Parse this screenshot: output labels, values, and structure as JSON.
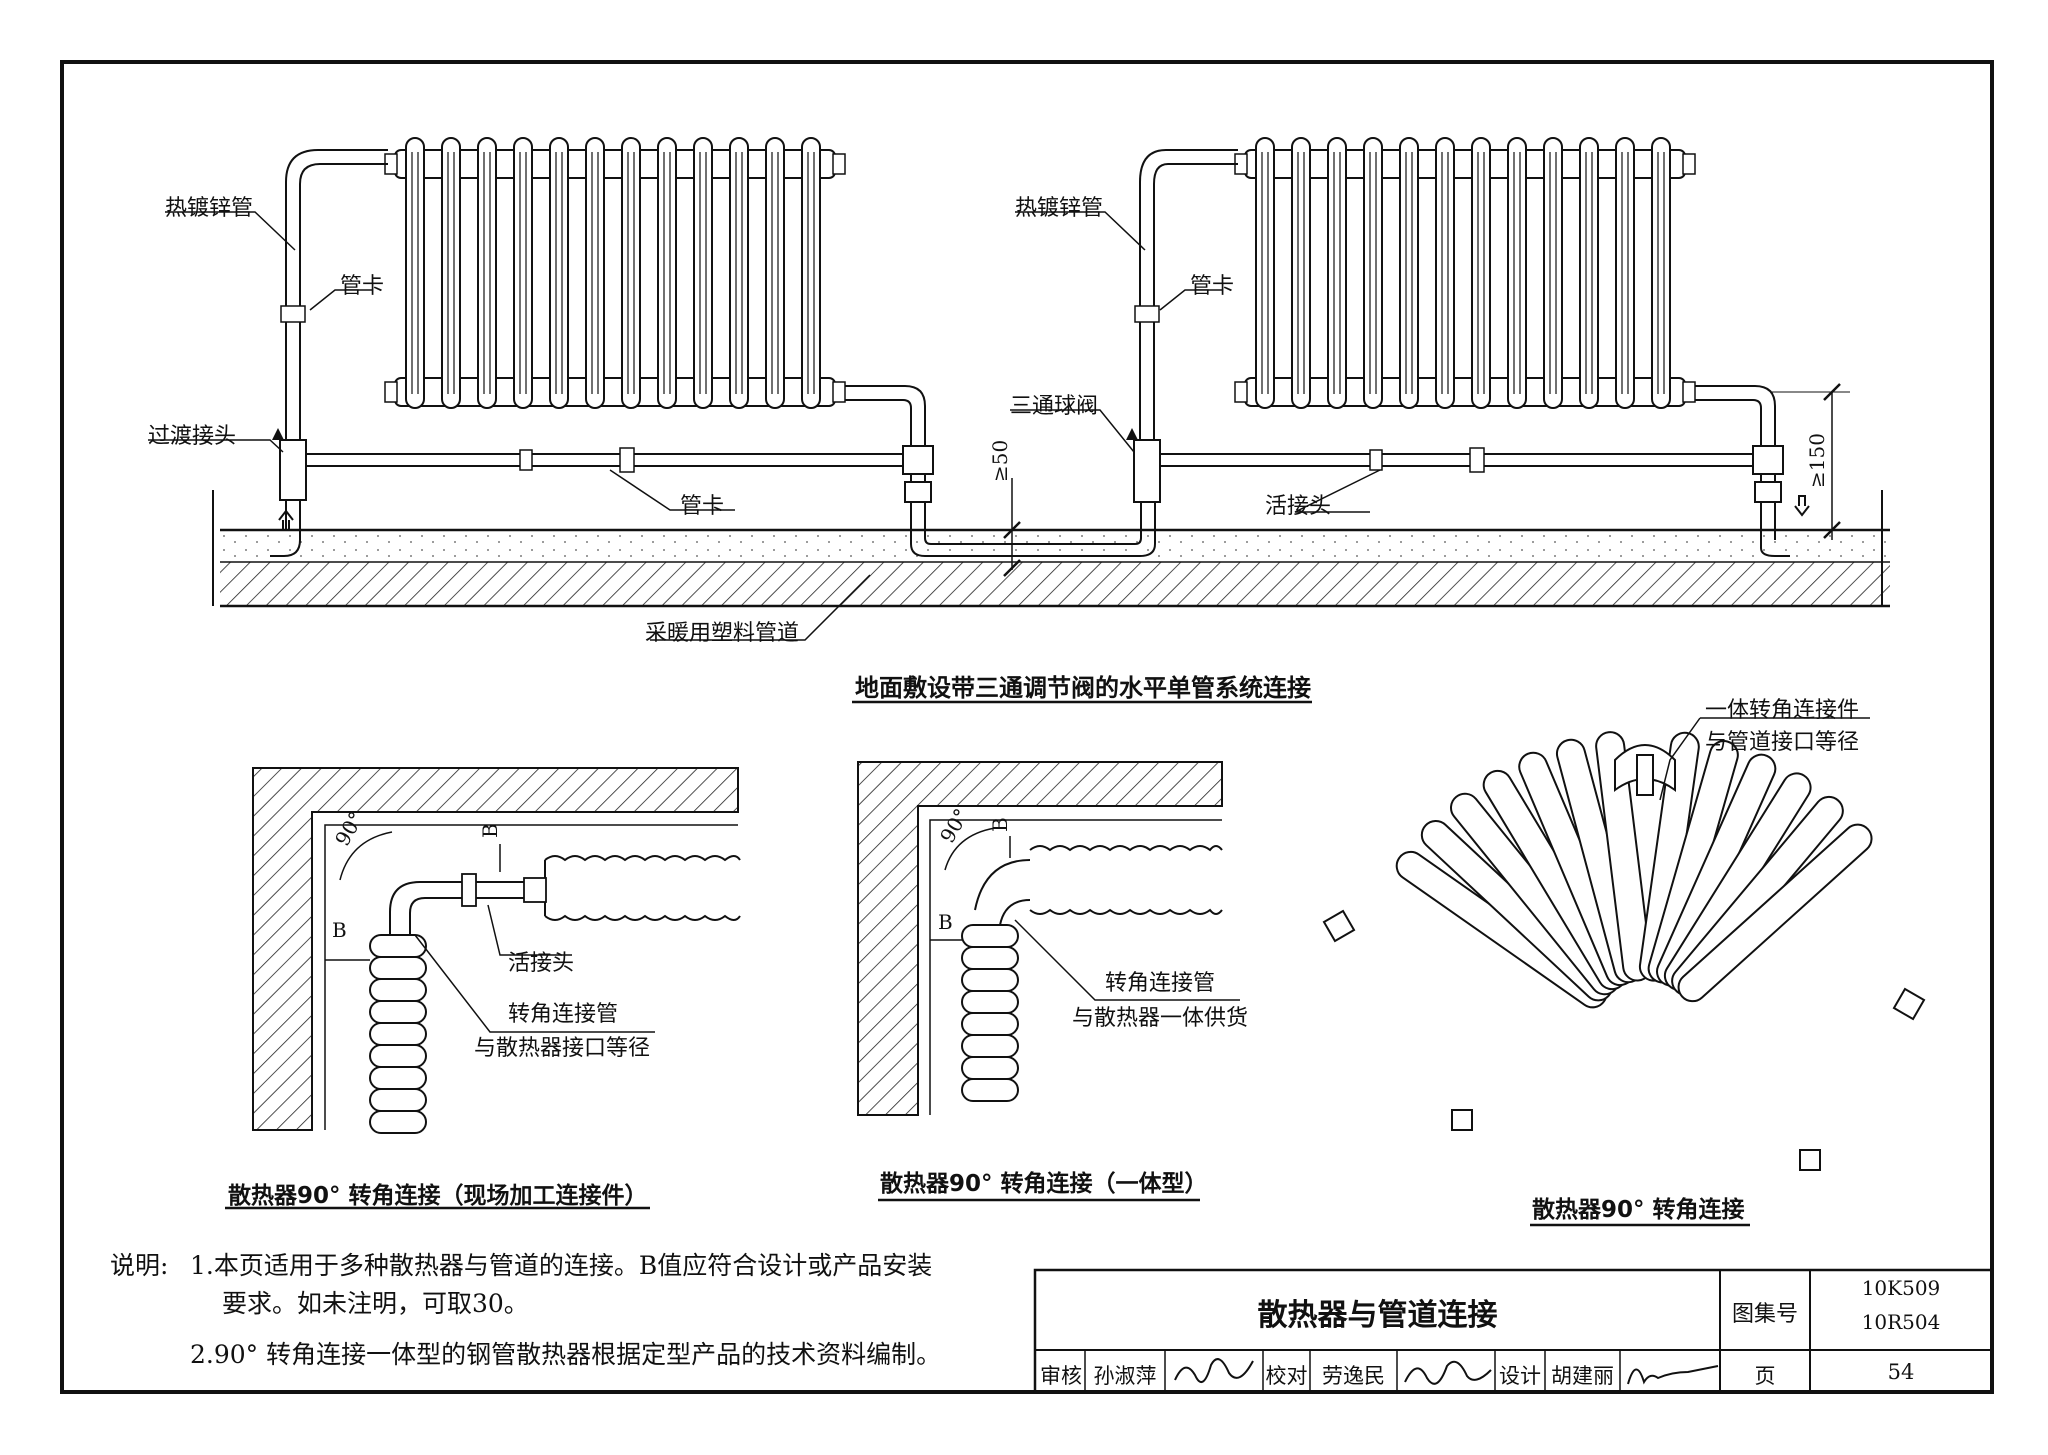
{
  "top_drawing": {
    "title": "地面敷设带三通调节阀的水平单管系统连接",
    "labels": {
      "galv_pipe": "热镀锌管",
      "pipe_clamp": "管卡",
      "transition_joint": "过渡接头",
      "three_way_ball_valve": "三通球阀",
      "union": "活接头",
      "plastic_pipe": "采暖用塑料管道"
    },
    "dims": {
      "ge50": "≥50",
      "ge150": "≥150"
    }
  },
  "corner_field": {
    "title": "散热器90° 转角连接（现场加工连接件）",
    "angle": "90°",
    "b": "B",
    "union": "活接头",
    "note_line1": "转角连接管",
    "note_line2": "与散热器接口等径"
  },
  "corner_integral": {
    "title": "散热器90° 转角连接（一体型）",
    "angle": "90°",
    "b": "B",
    "note_line1": "转角连接管",
    "note_line2": "与散热器一体供货"
  },
  "corner_3d": {
    "title": "散热器90° 转角连接",
    "note_line1": "一体转角连接件",
    "note_line2": "与管道接口等径"
  },
  "notes": {
    "prefix": "说明:",
    "item1_line1": "1.本页适用于多种散热器与管道的连接。B值应符合设计或产品安装",
    "item1_line2": "要求。如未注明，可取30。",
    "item2": "2.90° 转角连接一体型的钢管散热器根据定型产品的技术资料编制。"
  },
  "title_block": {
    "title": "散热器与管道连接",
    "atlas_label": "图集号",
    "atlas_no_1": "10K509",
    "atlas_no_2": "10R504",
    "review_label": "审核",
    "reviewer": "孙淑萍",
    "check_label": "校对",
    "checker": "劳逸民",
    "design_label": "设计",
    "designer": "胡建丽",
    "page_label": "页",
    "page_no": "54"
  }
}
